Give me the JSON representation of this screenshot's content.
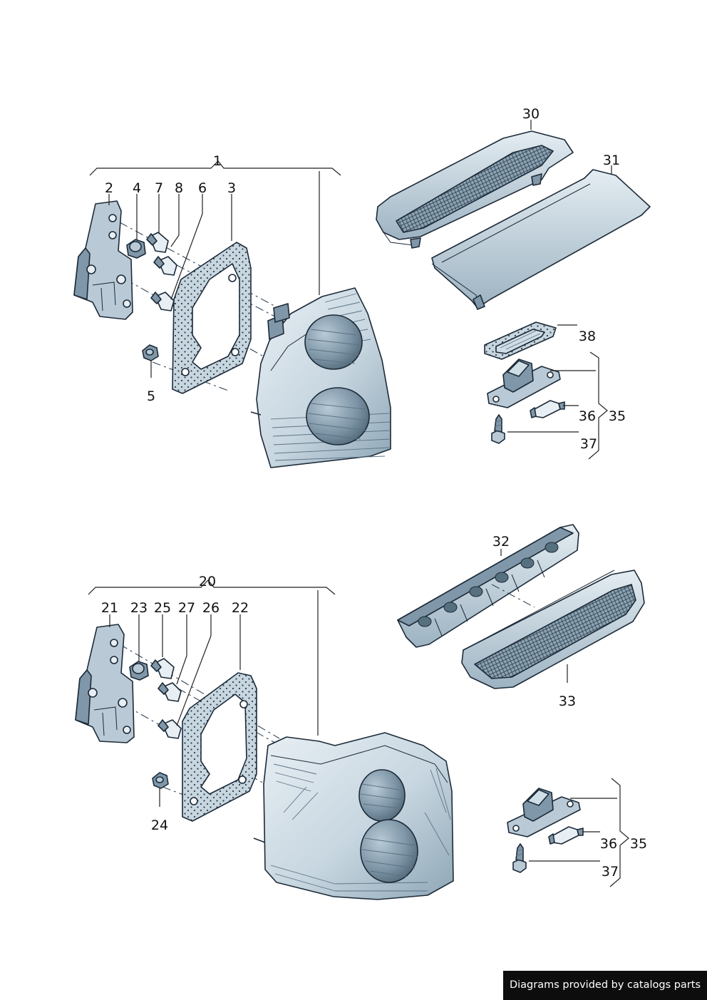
{
  "callouts": {
    "c1": "1",
    "c2": "2",
    "c3": "3",
    "c4": "4",
    "c5": "5",
    "c6": "6",
    "c7": "7",
    "c8": "8",
    "c20": "20",
    "c21": "21",
    "c22": "22",
    "c23": "23",
    "c24": "24",
    "c25": "25",
    "c26": "26",
    "c27": "27",
    "c30": "30",
    "c31": "31",
    "c32": "32",
    "c33": "33",
    "c35a": "35",
    "c36a": "36",
    "c37a": "37",
    "c38": "38",
    "c35b": "35",
    "c36b": "36",
    "c37b": "37"
  },
  "footer": {
    "text": "Diagrams provided by catalogs parts"
  },
  "colors": {
    "part_fill": "#cfdde6",
    "part_shade": "#7f97a8",
    "part_dark": "#56707f",
    "outline": "#1c2a38",
    "footer_bg": "#0d0d0d",
    "footer_text": "#ffffff"
  }
}
